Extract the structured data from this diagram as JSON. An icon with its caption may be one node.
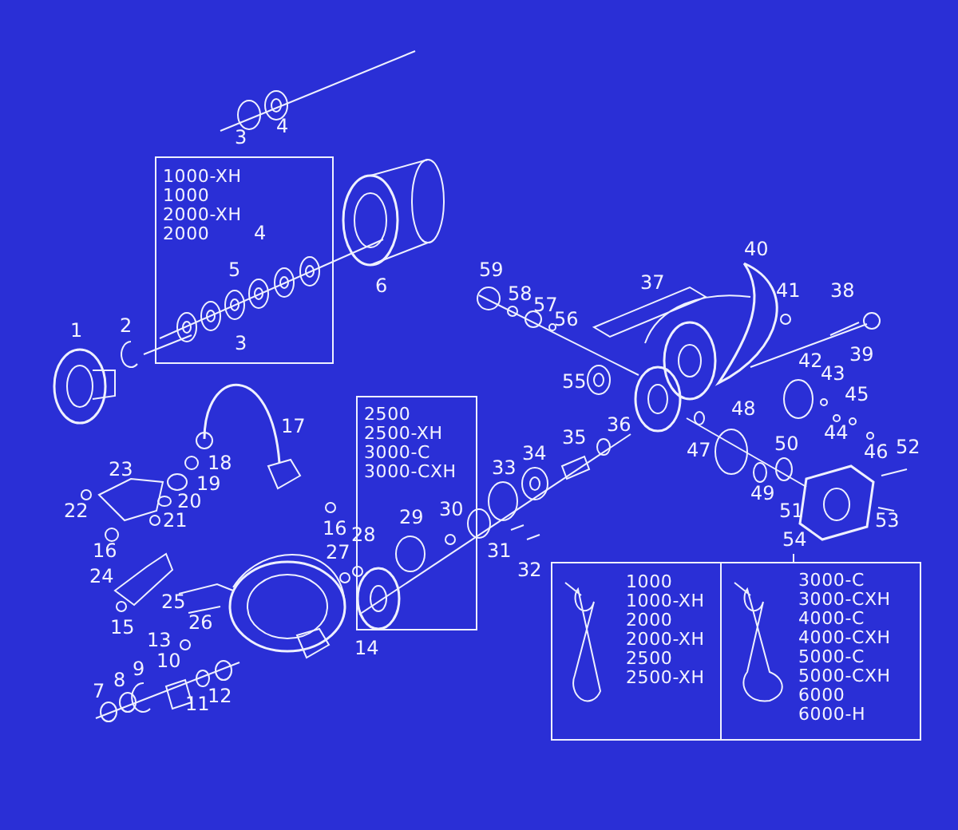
{
  "diagram": {
    "nodes": [
      {
        "text": [
          "1000-XH 1000 2000-XH 2000"
        ]
      },
      {
        "text": [
          "2500 2500-XH 3000-C 3000-CXH"
        ]
      },
      {
        "text": [],
        "shape": "box"
      },
      {
        "text": [
          "1000 1000-XH 2000 2000-XH 2500 2500-XH"
        ],
        "in": 2
      },
      {
        "text": [
          "3000-C 3000-CXH 4000-C 4000-CXH 5000-C 5000-CXH 6000 6000-H"
        ],
        "in": 2
      }
    ],
    "edges": [],
    "labels": [
      "4",
      "3",
      "4",
      "5",
      "6",
      "40",
      "59",
      "37",
      "58",
      "41",
      "38",
      "57",
      "56",
      "2",
      "1",
      "3",
      "39",
      "42",
      "43",
      "55",
      "45",
      "48",
      "36",
      "17",
      "35",
      "44",
      "52",
      "50",
      "46",
      "47",
      "34",
      "18",
      "33",
      "23",
      "19",
      "49",
      "20",
      "30",
      "51",
      "53",
      "29",
      "22",
      "21",
      "16",
      "31",
      "28",
      "54",
      "27",
      "16",
      "32",
      "24",
      "25",
      "26",
      "15",
      "13",
      "14",
      "10",
      "9",
      "8",
      "7",
      "12",
      "11"
    ]
  }
}
